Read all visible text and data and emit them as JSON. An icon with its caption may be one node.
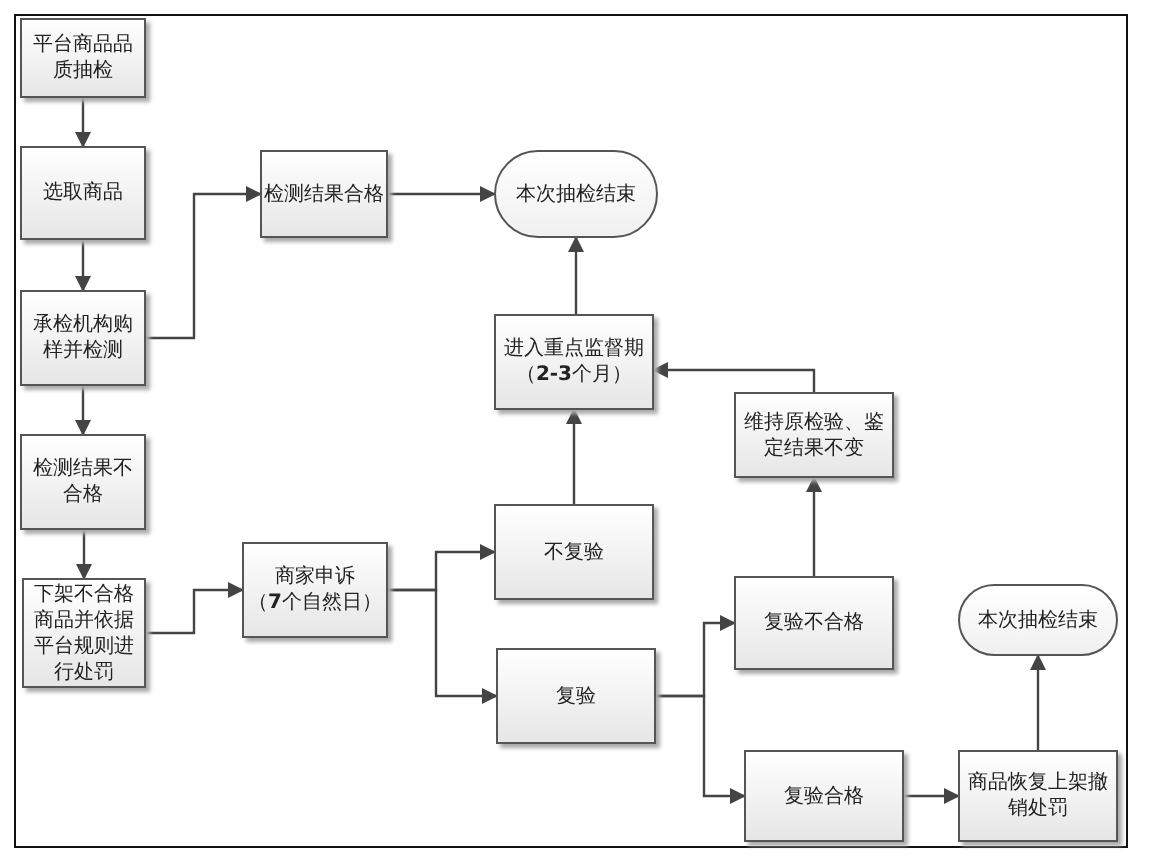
{
  "diagram": {
    "nodes": [
      {
        "text": [
          "平台商品品质抽检"
        ]
      },
      {
        "text": [
          "选取商品"
        ]
      },
      {
        "text": [
          "承检机构购样并检测"
        ]
      },
      {
        "text": [
          "检测结果不合格"
        ]
      },
      {
        "text": [
          "下架不合格商品并依据平台规则进行处罚"
        ]
      },
      {
        "text": [
          "检测结果合格"
        ]
      },
      {
        "text": [
          "本次抽检结束"
        ]
      },
      {
        "text": [
          "进入重点监督期",
          "（**2-3**个月）"
        ]
      },
      {
        "text": [
          "商家申诉",
          "（**7**个自然日）"
        ]
      },
      {
        "text": [
          "不复验"
        ]
      },
      {
        "text": [
          "复验"
        ]
      },
      {
        "text": [
          "维持原检验、鉴定结果不变"
        ]
      },
      {
        "text": [
          "复验不合格"
        ]
      },
      {
        "text": [
          "本次抽检结束"
        ]
      },
      {
        "text": [
          "复验合格"
        ]
      },
      {
        "text": [
          "商品恢复上架撤销处罚"
        ]
      }
    ],
    "edges": [
      {
        "from": 0,
        "to": 1,
        "arrow": "to"
      },
      {
        "from": 1,
        "to": 2,
        "arrow": "to"
      },
      {
        "from": 2,
        "to": 3,
        "arrow": "to"
      },
      {
        "from": 3,
        "to": 4,
        "arrow": "to"
      },
      {
        "from": 2,
        "to": 5,
        "arrow": "to"
      },
      {
        "from": 5,
        "to": 6,
        "arrow": "to"
      },
      {
        "from": 7,
        "to": 6,
        "arrow": "to"
      },
      {
        "from": 4,
        "to": 8,
        "arrow": "to"
      },
      {
        "from": 8,
        "to": 9,
        "arrow": "to"
      },
      {
        "from": 8,
        "to": 10,
        "arrow": "to"
      },
      {
        "from": 9,
        "to": 7,
        "arrow": "to"
      },
      {
        "from": 10,
        "to": 12,
        "arrow": "to"
      },
      {
        "from": 10,
        "to": 14,
        "arrow": "to"
      },
      {
        "from": 12,
        "to": 11,
        "arrow": "to"
      },
      {
        "from": 11,
        "to": 7,
        "arrow": "to"
      },
      {
        "from": 14,
        "to": 15,
        "arrow": "to"
      },
      {
        "from": 15,
        "to": 13,
        "arrow": "to"
      }
    ]
  }
}
